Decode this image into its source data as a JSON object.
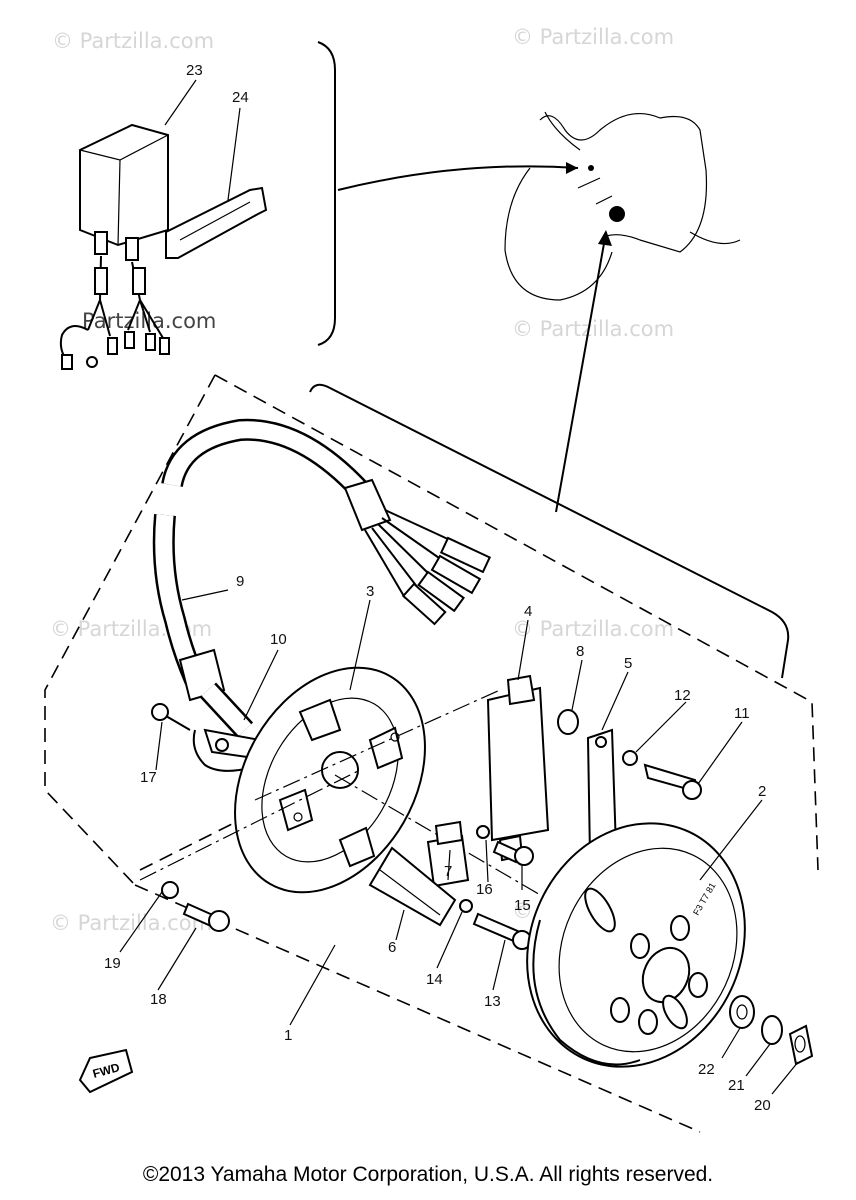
{
  "watermarks": [
    "© Partzilla.com",
    "© Partzilla.com",
    "Partzilla.com",
    "© Partzilla.com",
    "© Partzilla.com",
    "© Partzilla.com",
    "© Partzilla.com",
    "© Partzilla.com"
  ],
  "callouts": {
    "c1": "1",
    "c2": "2",
    "c3": "3",
    "c4": "4",
    "c5": "5",
    "c6": "6",
    "c7": "7",
    "c8": "8",
    "c9": "9",
    "c10": "10",
    "c11": "11",
    "c12": "12",
    "c13": "13",
    "c14": "14",
    "c15": "15",
    "c16": "16",
    "c17": "17",
    "c18": "18",
    "c19": "19",
    "c20": "20",
    "c21": "21",
    "c22": "22",
    "c23": "23",
    "c24": "24"
  },
  "fwd_label": "FWD",
  "rotor_marking": "F3 T7 81",
  "copyright": "©2013 Yamaha Motor Corporation, U.S.A. All rights reserved."
}
